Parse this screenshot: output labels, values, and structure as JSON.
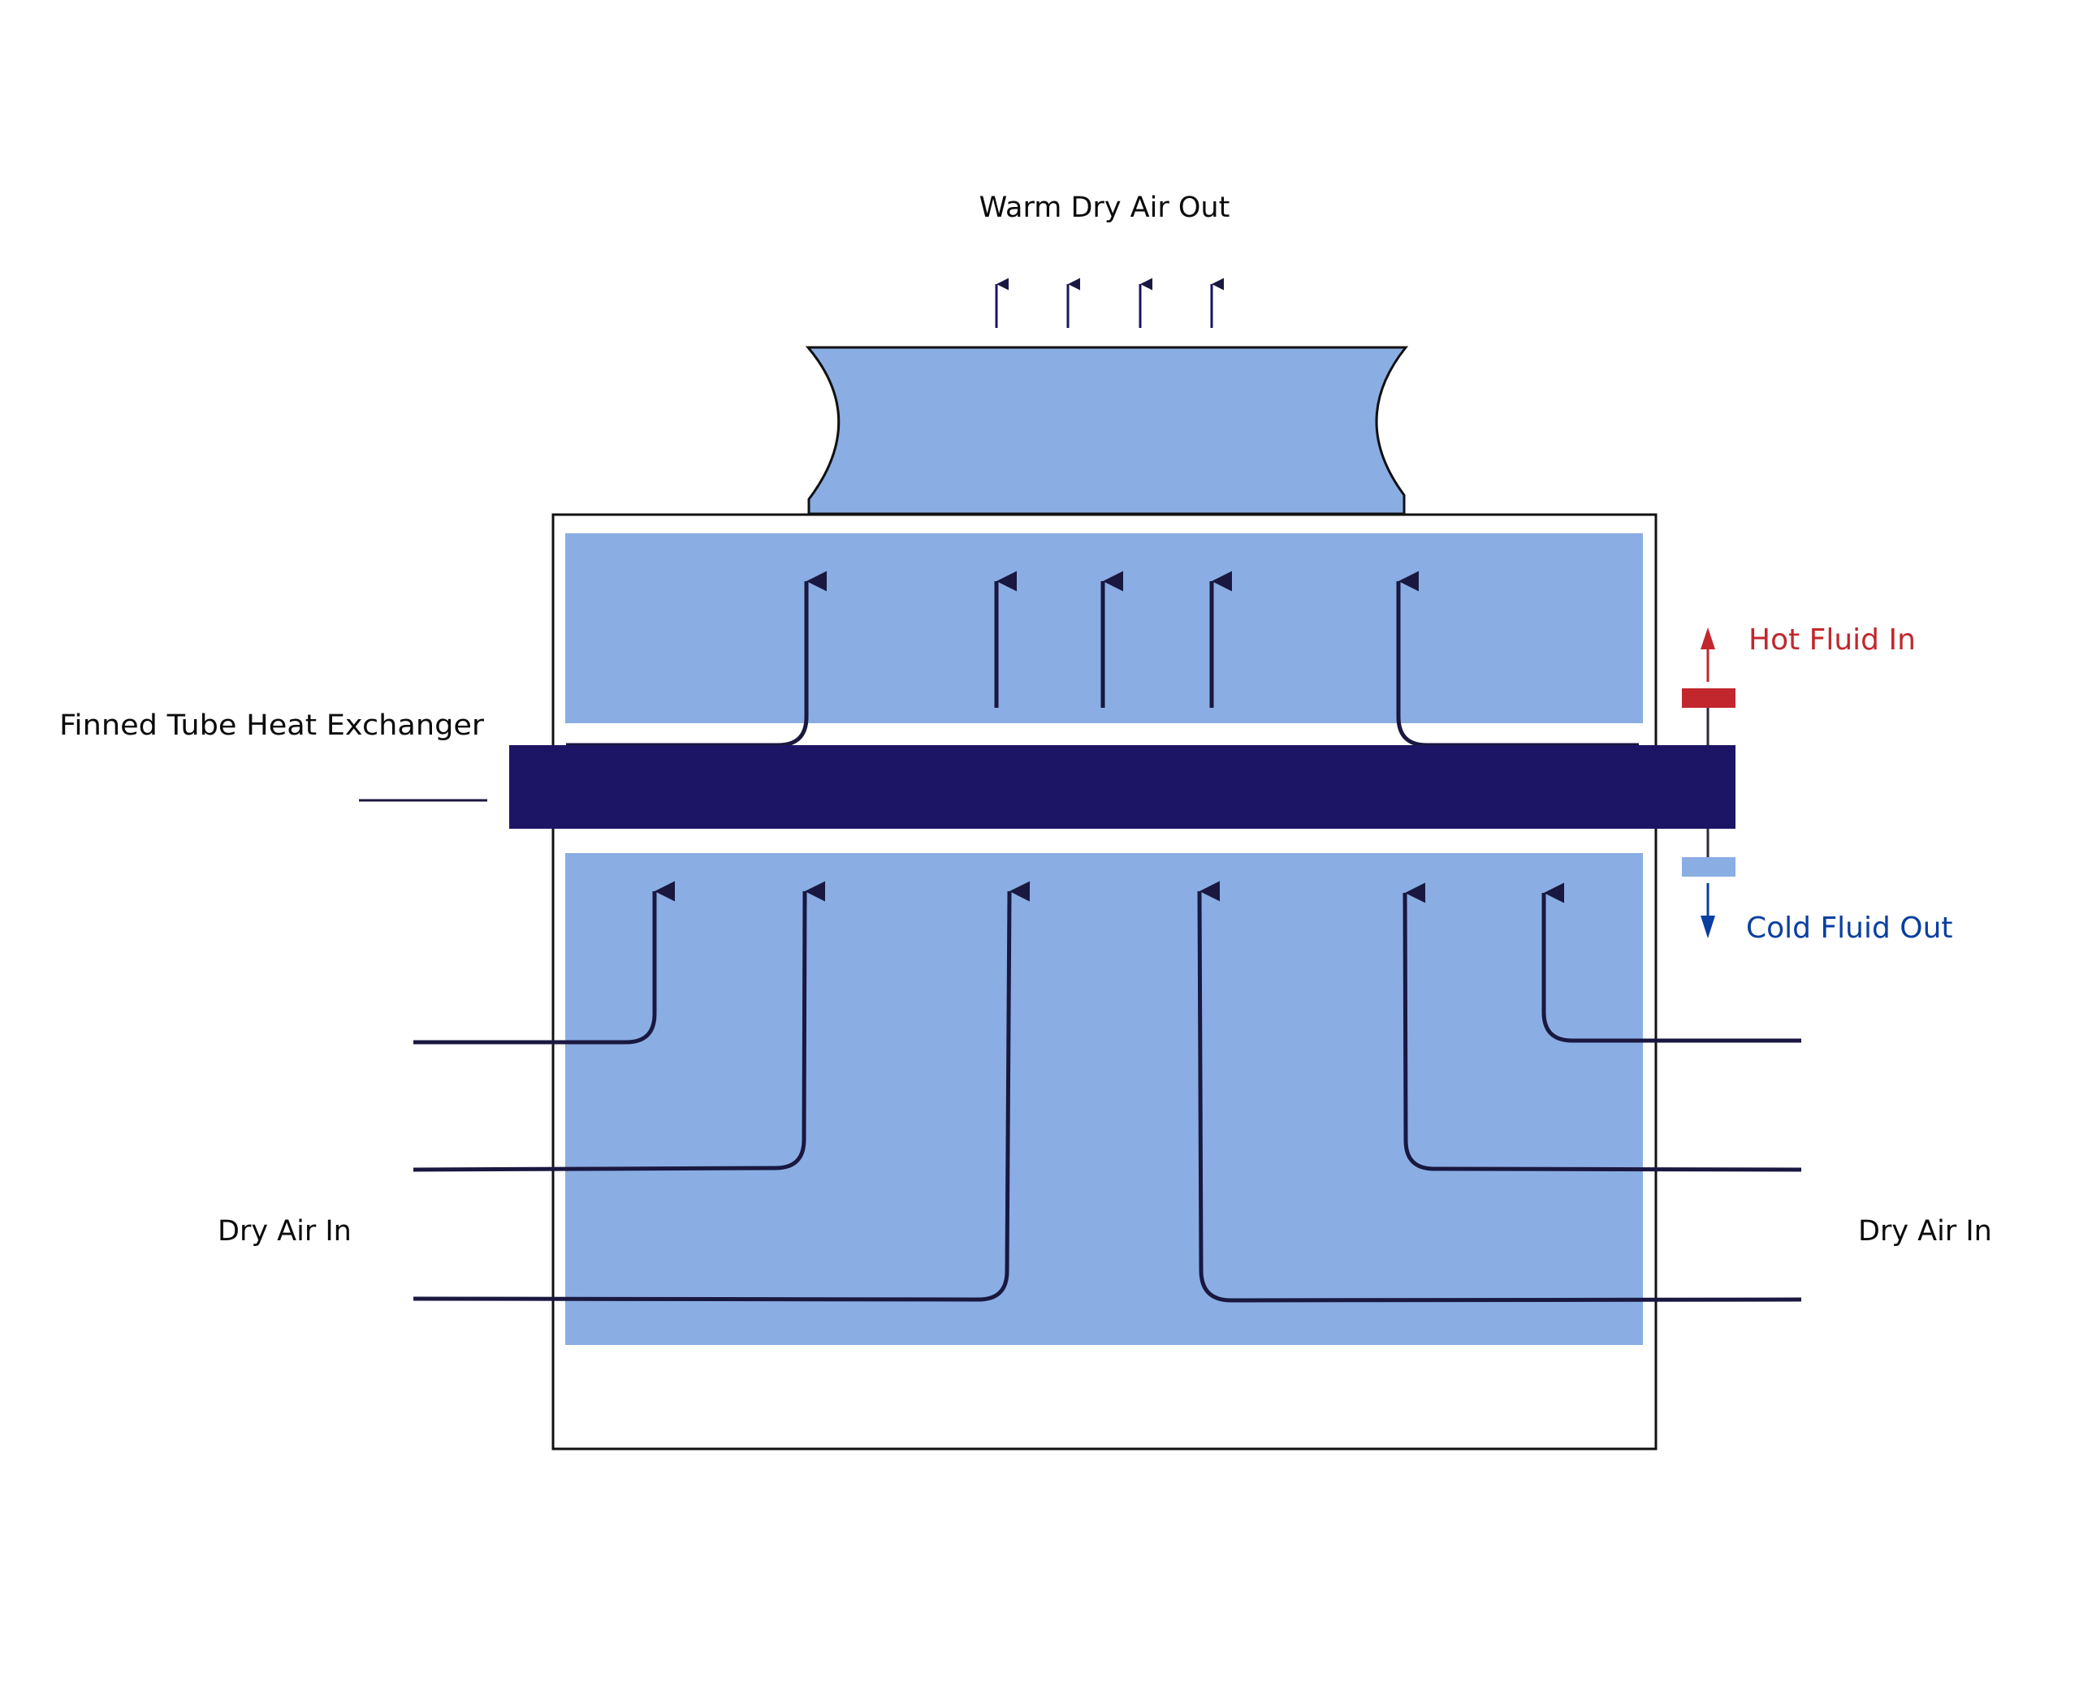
{
  "diagram": {
    "title_top": "Warm Dry Air Out",
    "heat_exchanger_label": "Finned Tube Heat Exchanger",
    "hot_fluid_label": "Hot Fluid In",
    "cold_fluid_label": "Cold Fluid Out",
    "left_inlet_label": "Dry Air In",
    "right_inlet_label": "Dry Air In"
  },
  "colors": {
    "panel_fill": "#8aaee3",
    "exchanger_fill": "#1c1565",
    "flow_arrow": "#1a1840",
    "outline": "#111111",
    "hot_fluid": "#c1272d",
    "cold_fluid_connector": "#8aaee3",
    "cold_fluid_text": "#0a3fa0",
    "label_text": "#0b0b0b"
  },
  "icons": {
    "outlet_arrows": "arrow-up-icon",
    "hot_arrow": "arrow-up-icon",
    "cold_arrow": "arrow-down-icon"
  }
}
